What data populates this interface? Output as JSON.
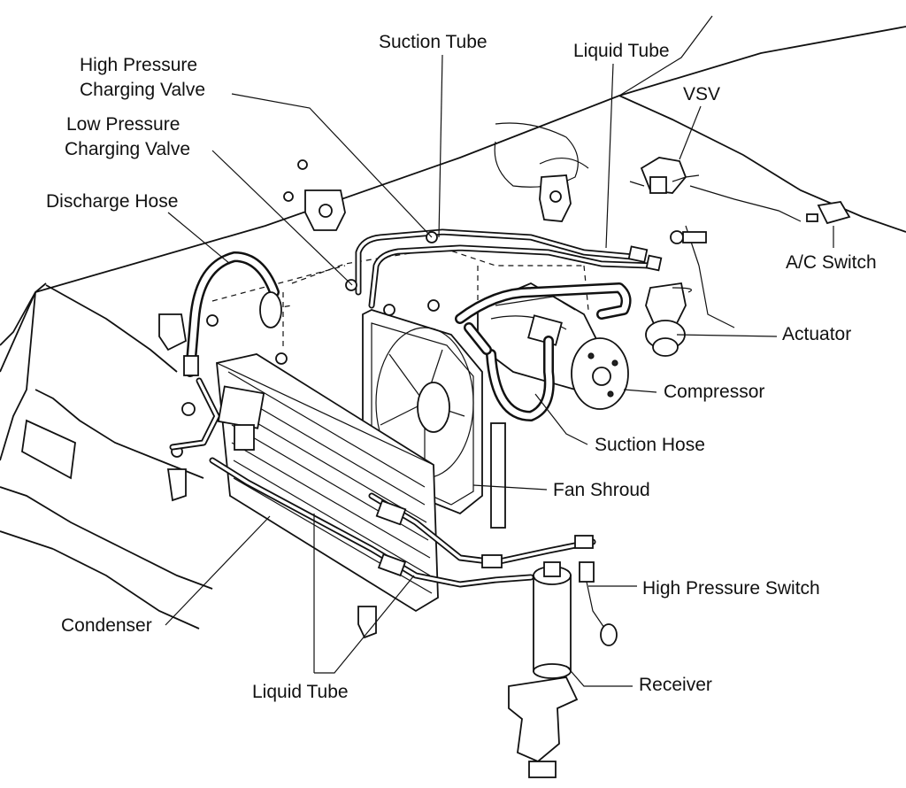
{
  "labels": {
    "suction_tube": "Suction Tube",
    "liquid_tube_top": "Liquid Tube",
    "vsv": "VSV",
    "high_pressure_charging_valve": [
      "High Pressure",
      "Charging Valve"
    ],
    "low_pressure_charging_valve": [
      "Low Pressure",
      "Charging Valve"
    ],
    "discharge_hose": "Discharge Hose",
    "ac_switch": "A/C Switch",
    "actuator": "Actuator",
    "compressor": "Compressor",
    "suction_hose": "Suction Hose",
    "fan_shroud": "Fan Shroud",
    "high_pressure_switch": "High Pressure Switch",
    "condenser": "Condenser",
    "receiver": "Receiver",
    "liquid_tube_bottom": "Liquid Tube"
  },
  "colors": {
    "ink": "#111111",
    "paper": "#ffffff"
  }
}
